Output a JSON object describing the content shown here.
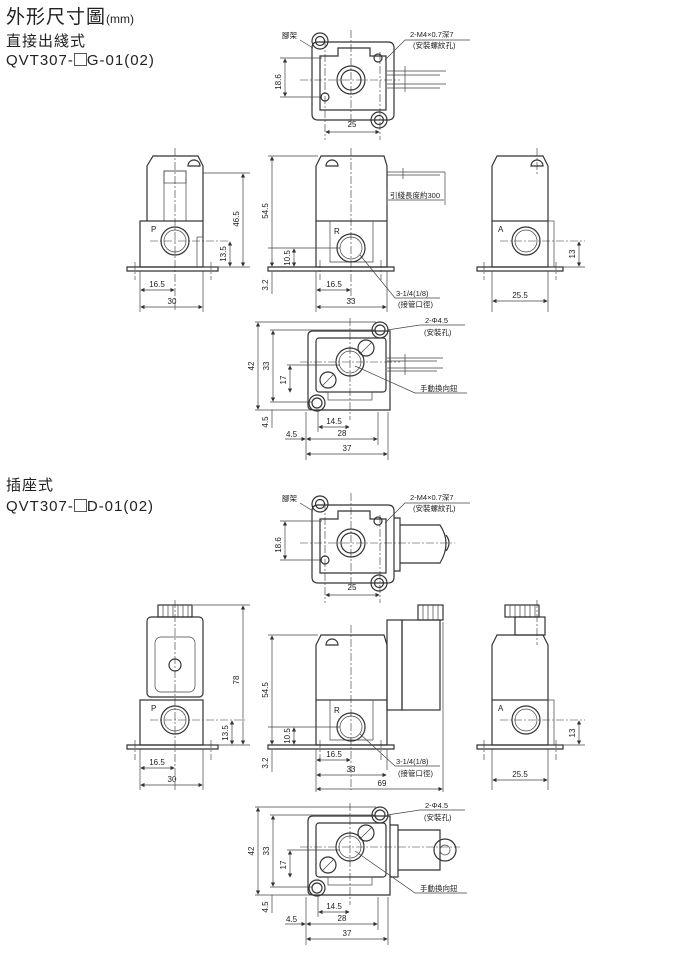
{
  "title": {
    "main": "外形尺寸圖",
    "unit": "(mm)"
  },
  "sections": [
    {
      "type_label": "直接出綫式",
      "model_prefix": "QVT307-",
      "model_suffix": "G-01(02)",
      "top_view": {
        "bracket_label": "腳架",
        "thread_label": "2-M4×0.7深7",
        "thread_note": "(安裝螺紋孔)",
        "dim_height": "18.6",
        "dim_width": "25"
      },
      "left_view": {
        "port": "P",
        "dim_height": "46.5",
        "dim_port_height": "13.5",
        "dim_port_offset": "16.5",
        "dim_width": "30"
      },
      "front_view": {
        "port": "R",
        "dim_height": "54.5",
        "dim_port_height": "10.5",
        "dim_base": "3.2",
        "dim_port_offset": "16.5",
        "dim_width": "33",
        "lead_label": "引綫長度約300",
        "pipe_label": "3-1/4(1/8)",
        "pipe_note": "(接管口徑)"
      },
      "right_view": {
        "port": "A",
        "dim_port_height": "13",
        "dim_width": "25.5"
      },
      "bottom_view": {
        "hole_label": "2-Φ4.5",
        "hole_note": "(安裝孔)",
        "manual_label": "手動換向鈕",
        "dim_42": "42",
        "dim_33": "33",
        "dim_17": "17",
        "dim_45v": "4.5",
        "dim_145": "14.5",
        "dim_45h": "4.5",
        "dim_28": "28",
        "dim_37": "37"
      }
    },
    {
      "type_label": "插座式",
      "model_prefix": "QVT307-",
      "model_suffix": "D-01(02)",
      "top_view": {
        "bracket_label": "腳架",
        "thread_label": "2-M4×0.7深7",
        "thread_note": "(安裝螺紋孔)",
        "dim_height": "18.6",
        "dim_width": "25"
      },
      "left_view": {
        "port": "P",
        "dim_height": "78",
        "dim_port_height": "13.5",
        "dim_port_offset": "16.5",
        "dim_width": "30"
      },
      "front_view": {
        "port": "R",
        "dim_height": "54.5",
        "dim_port_height": "10.5",
        "dim_base": "3.2",
        "dim_port_offset": "16.5",
        "dim_width": "33",
        "dim_total": "69",
        "pipe_label": "3-1/4(1/8)",
        "pipe_note": "(接管口徑)"
      },
      "right_view": {
        "port": "A",
        "dim_port_height": "13",
        "dim_width": "25.5"
      },
      "bottom_view": {
        "hole_label": "2-Φ4.5",
        "hole_note": "(安裝孔)",
        "manual_label": "手動換向鈕",
        "dim_42": "42",
        "dim_33": "33",
        "dim_17": "17",
        "dim_45v": "4.5",
        "dim_145": "14.5",
        "dim_45h": "4.5",
        "dim_28": "28",
        "dim_37": "37"
      }
    }
  ]
}
